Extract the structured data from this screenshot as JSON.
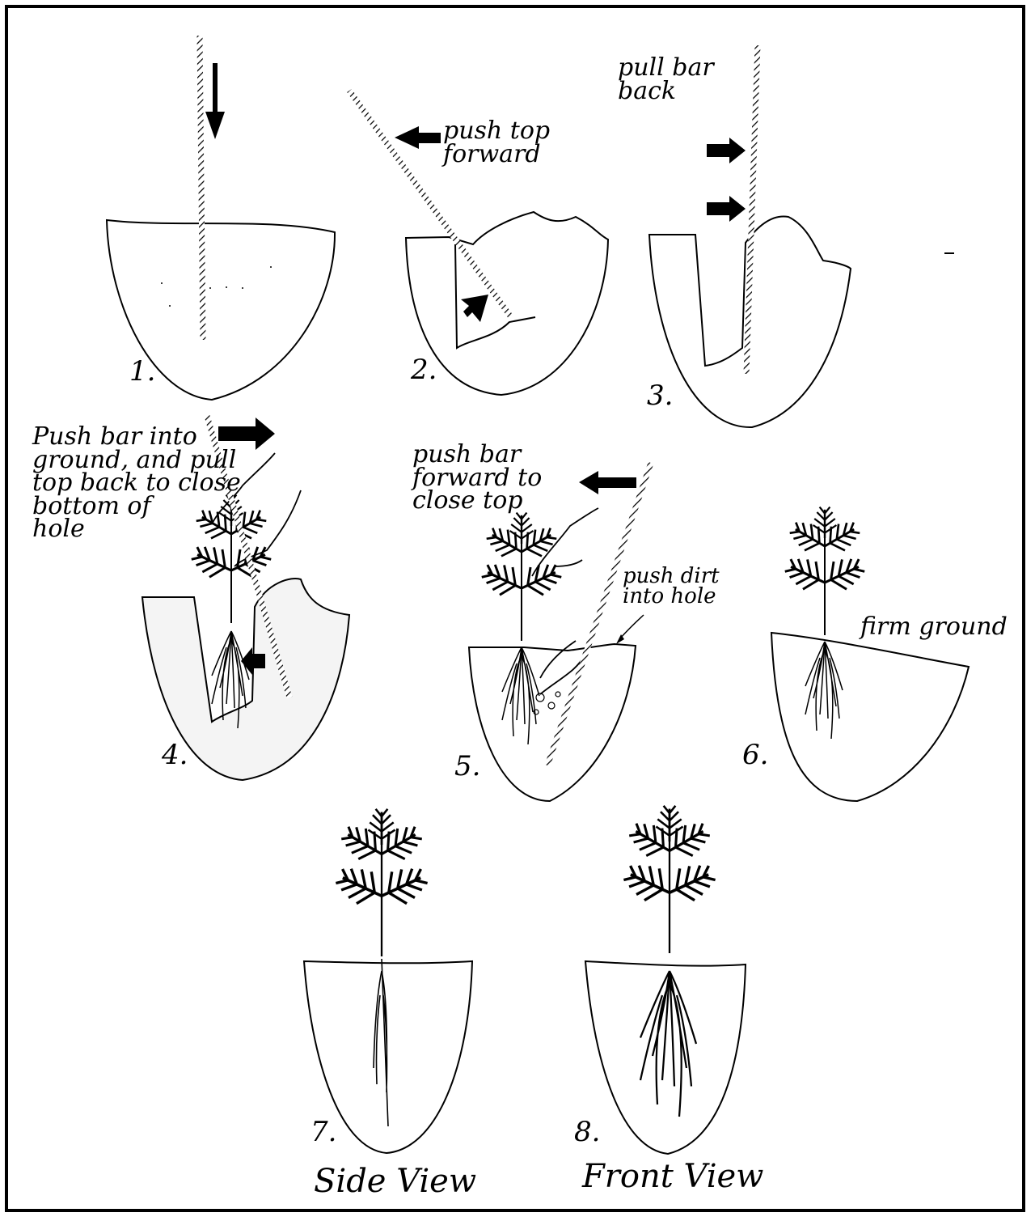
{
  "steps": [
    {
      "number": "1."
    },
    {
      "number": "2.",
      "caption": "push top\nforward"
    },
    {
      "number": "3.",
      "caption": "pull bar\nback"
    },
    {
      "number": "4.",
      "caption": "Push bar into\nground, and pull\ntop back to close\nbottom of\nhole"
    },
    {
      "number": "5.",
      "caption": "push bar\nforward to\nclose top",
      "caption2": "push dirt\ninto hole"
    },
    {
      "number": "6.",
      "caption": "firm ground"
    },
    {
      "number": "7.",
      "caption": "Side View"
    },
    {
      "number": "8.",
      "caption": "Front View"
    }
  ]
}
